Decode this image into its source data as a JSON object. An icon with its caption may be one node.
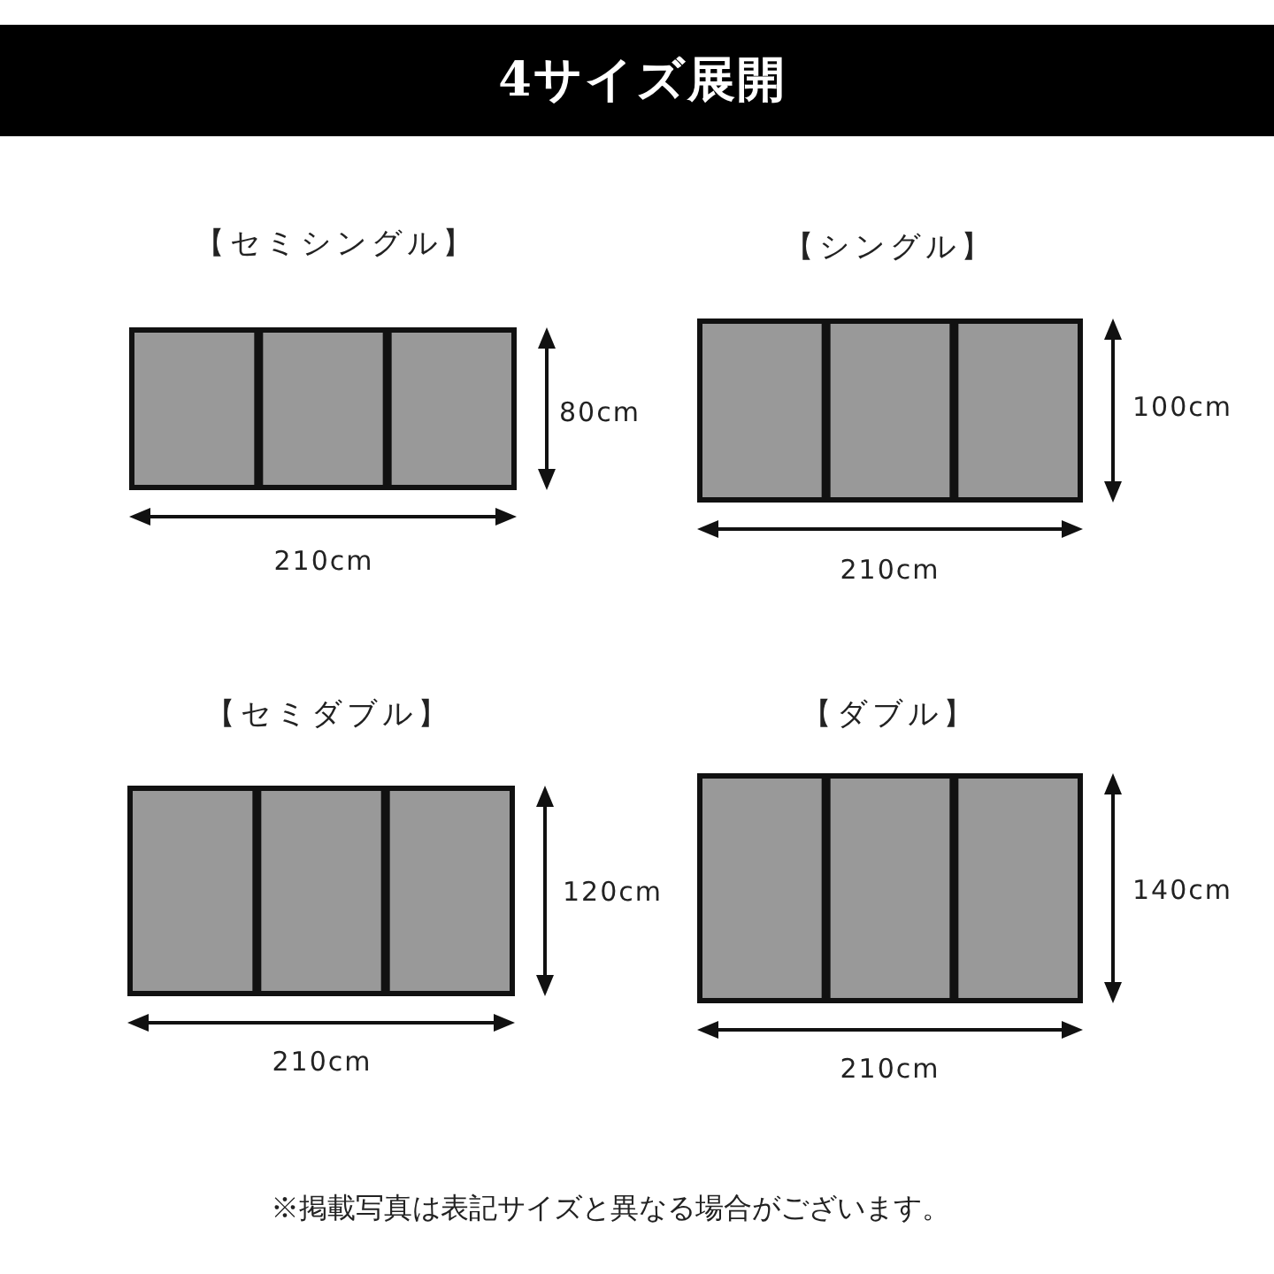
{
  "diagram": {
    "title": "4サイズ展開",
    "nodes": [
      {
        "text": [
          "【セミシングル】"
        ]
      },
      {
        "text": [
          "【シングル】"
        ]
      },
      {
        "text": [
          "【セミダブル】"
        ]
      },
      {
        "text": [
          "【ダブル】"
        ]
      }
    ],
    "labels": [
      "80cm",
      "100cm",
      "210cm",
      "210cm",
      "120cm",
      "140cm",
      "210cm",
      "210cm",
      "※掲載写真は表記サイズと異なる場合がございます。"
    ]
  }
}
